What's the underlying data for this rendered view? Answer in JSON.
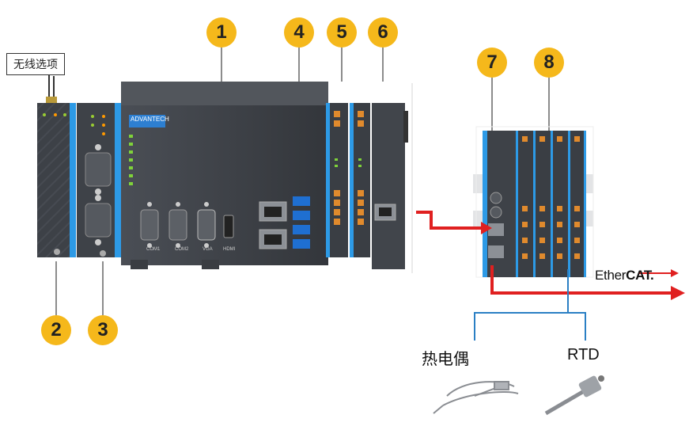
{
  "callout": {
    "text": "无线选项"
  },
  "badges": [
    {
      "id": "1",
      "label": "1"
    },
    {
      "id": "2",
      "label": "2"
    },
    {
      "id": "3",
      "label": "3"
    },
    {
      "id": "4",
      "label": "4"
    },
    {
      "id": "5",
      "label": "5"
    },
    {
      "id": "6",
      "label": "6"
    },
    {
      "id": "7",
      "label": "7"
    },
    {
      "id": "8",
      "label": "8"
    }
  ],
  "controller": {
    "brand_label": "ADVANTECH",
    "port_labels": [
      "COM1",
      "COM2",
      "VGA",
      "HDMI"
    ]
  },
  "sensors": {
    "thermocouple": "热电偶",
    "rtd": "RTD"
  },
  "ethercat": {
    "prefix": "Ether",
    "suffix": "CAT."
  },
  "colors": {
    "badge": "#f5b81b",
    "arrow": "#e02020",
    "wire": "#2a7fc4",
    "module_blue": "#2d9ae6",
    "device_dark": "#3c4046"
  }
}
